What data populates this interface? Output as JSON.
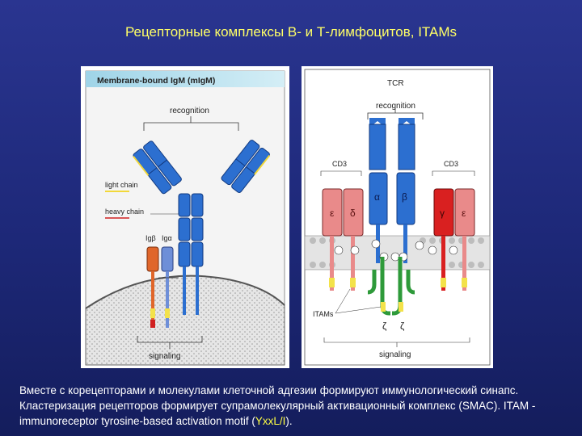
{
  "slide": {
    "title": "Рецепторные комплексы В- и Т-лимфоцитов, ITAMs"
  },
  "bcr_panel": {
    "header": "Membrane-bound IgM (mIgM)",
    "recognition": "recognition",
    "light_chain": "light chain",
    "heavy_chain": "heavy chain",
    "igb": "Igβ",
    "iga": "Igα",
    "signaling": "signaling"
  },
  "tcr_panel": {
    "tcr": "TCR",
    "recognition": "recognition",
    "cd3_left": "CD3",
    "cd3_right": "CD3",
    "alpha": "α",
    "beta": "β",
    "epsilon_left": "ε",
    "delta": "δ",
    "gamma": "γ",
    "epsilon_right": "ε",
    "itams": "ITAMs",
    "zeta_left": "ζ",
    "zeta_right": "ζ",
    "signaling": "signaling"
  },
  "caption": {
    "text": "Вместе с корецепторами и молекулами клеточной адгезии формируют иммунологический синапс. Кластеризация рецепторов формирует супрамолекулярный активационный комплекс (SMAC). ITAM - immunoreceptor tyrosine-based activation motif (",
    "highlight": "YxxL/I",
    "end": ")."
  },
  "colors": {
    "background": "#1d2878",
    "title": "#ffff66",
    "highlight": "#ffff44",
    "receptor_blue": "#2c6fd0",
    "igb_orange": "#e0662a",
    "iga_blue": "#6e8fd8",
    "cd3_pink": "#e98a8a",
    "cd3_red": "#d92020",
    "zeta_green": "#2e9a3a",
    "itam_yellow": "#f3e24a"
  }
}
